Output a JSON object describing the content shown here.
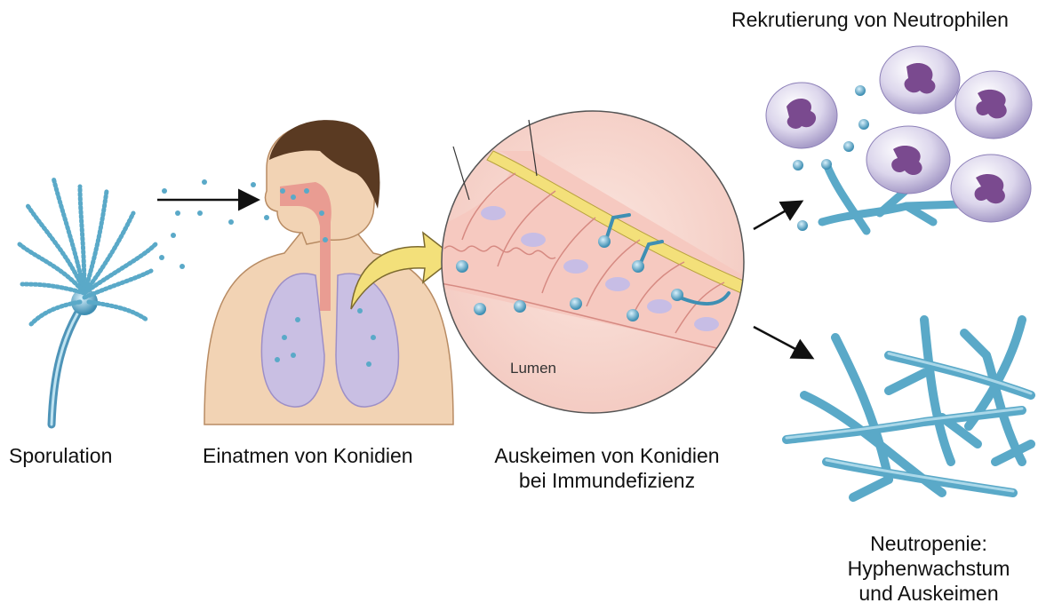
{
  "labels": {
    "sporulation": "Sporulation",
    "inhalation": "Einatmen von Konidien",
    "germination_line1": "Auskeimen von Konidien",
    "germination_line2": "bei Immundefizienz",
    "neutrophils": "Rekrutierung von Neutrophilen",
    "neutropenia_line1": "Neutropenie:",
    "neutropenia_line2": "Hyphenwachstum",
    "neutropenia_line3": "und Auskeimen",
    "lumen": "Lumen"
  },
  "colors": {
    "conidia": "#5aa9c8",
    "skin": "#f2d3b4",
    "airway": "#e8968e",
    "lung": "#c9bfe3",
    "epithelium": "#f6c9c0",
    "mucus_layer": "#f3e07a",
    "neutrophil": "#d9d4ea",
    "nucleus": "#7a4a8f",
    "hyphae": "#7fbfd8"
  }
}
